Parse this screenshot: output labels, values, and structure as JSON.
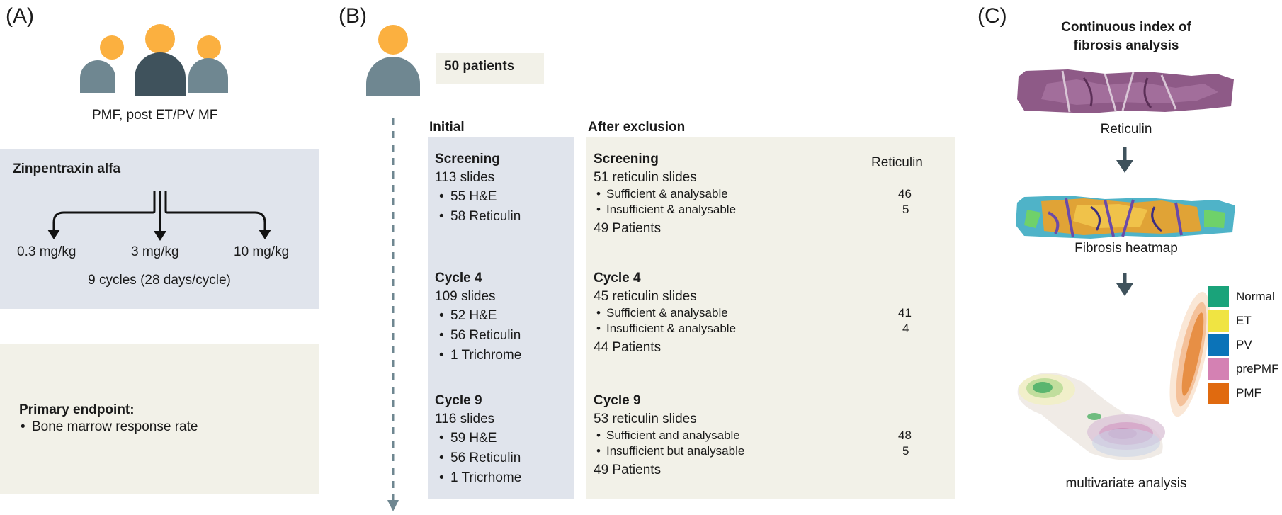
{
  "panelA": {
    "letter": "(A)",
    "population": "PMF, post ET/PV MF",
    "drug": "Zinpentraxin alfa",
    "doses": [
      "0.3 mg/kg",
      "3 mg/kg",
      "10 mg/kg"
    ],
    "cycles": "9 cycles (28 days/cycle)",
    "endpoint_title": "Primary endpoint:",
    "endpoint_item": "Bone marrow response rate"
  },
  "panelB": {
    "letter": "(B)",
    "patients": "50 patients",
    "initial_header": "Initial",
    "after_header": "After exclusion",
    "reticulin_col": "Reticulin",
    "initial": [
      {
        "title": "Screening",
        "slides": "113 slides",
        "items": [
          "55 H&E",
          "58 Reticulin"
        ]
      },
      {
        "title": "Cycle 4",
        "slides": "109 slides",
        "items": [
          "52 H&E",
          "56 Reticulin",
          "1 Trichrome"
        ]
      },
      {
        "title": "Cycle 9",
        "slides": "116 slides",
        "items": [
          "59 H&E",
          "56 Reticulin",
          "1 Tricrhome"
        ]
      }
    ],
    "after": [
      {
        "title": "Screening",
        "slides": "51 reticulin slides",
        "items": [
          {
            "label": "Sufficient & analysable",
            "value": "46"
          },
          {
            "label": "Insufficient & analysable",
            "value": "5"
          }
        ],
        "patients": "49 Patients"
      },
      {
        "title": "Cycle 4",
        "slides": "45 reticulin slides",
        "items": [
          {
            "label": "Sufficient & analysable",
            "value": "41"
          },
          {
            "label": "Insufficient & analysable",
            "value": "4"
          }
        ],
        "patients": "44 Patients"
      },
      {
        "title": "Cycle 9",
        "slides": "53 reticulin slides",
        "items": [
          {
            "label": "Sufficient and analysable",
            "value": "48"
          },
          {
            "label": "Insufficient but analysable",
            "value": "5"
          }
        ],
        "patients": "49 Patients"
      }
    ]
  },
  "panelC": {
    "letter": "(C)",
    "title_line1": "Continuous index of",
    "title_line2": "fibrosis analysis",
    "step1": "Reticulin",
    "step2": "Fibrosis heatmap",
    "step3": "multivariate analysis",
    "legend": [
      {
        "label": "Normal",
        "color": "#1aa37a"
      },
      {
        "label": "ET",
        "color": "#f0e442"
      },
      {
        "label": "PV",
        "color": "#0b73b8"
      },
      {
        "label": "prePMF",
        "color": "#d481b3"
      },
      {
        "label": "PMF",
        "color": "#e06a0f"
      }
    ]
  },
  "colors": {
    "blue_panel": "#e0e4ec",
    "beige_panel": "#f2f1e8",
    "person_head": "#fbb040",
    "person_body": "#6f8791",
    "person_body_dark": "#3f525c",
    "arrow_dark": "#3f525c",
    "dashed_line": "#6f8791"
  }
}
